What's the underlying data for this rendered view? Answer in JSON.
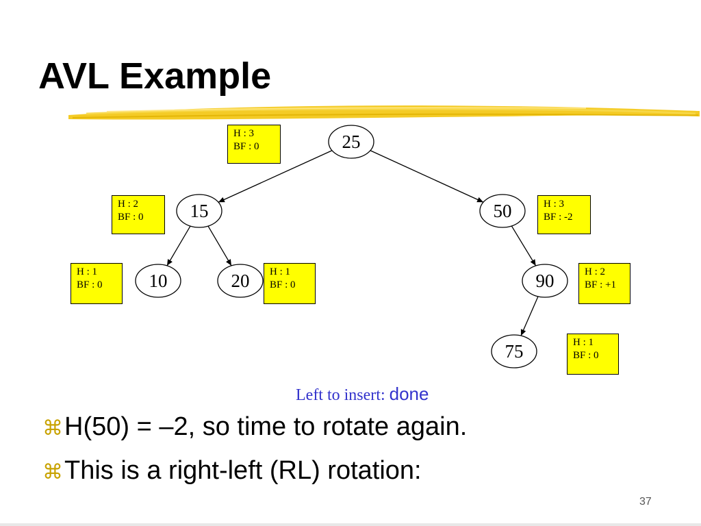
{
  "slide": {
    "title": "AVL Example",
    "page_number": "37"
  },
  "tree": {
    "nodes": [
      {
        "id": "n25",
        "label": "25"
      },
      {
        "id": "n15",
        "label": "15"
      },
      {
        "id": "n50",
        "label": "50"
      },
      {
        "id": "n10",
        "label": "10"
      },
      {
        "id": "n20",
        "label": "20"
      },
      {
        "id": "n90",
        "label": "90"
      },
      {
        "id": "n75",
        "label": "75"
      }
    ],
    "edges": [
      {
        "from": "n25",
        "to": "n15"
      },
      {
        "from": "n25",
        "to": "n50"
      },
      {
        "from": "n15",
        "to": "n10"
      },
      {
        "from": "n15",
        "to": "n20"
      },
      {
        "from": "n50",
        "to": "n90"
      },
      {
        "from": "n90",
        "to": "n75"
      }
    ],
    "info_boxes": [
      {
        "node": "n25",
        "height": "H : 3",
        "balance": "BF : 0"
      },
      {
        "node": "n15",
        "height": "H : 2",
        "balance": "BF : 0"
      },
      {
        "node": "n50",
        "height": "H : 3",
        "balance": "BF : -2"
      },
      {
        "node": "n10",
        "height": "H : 1",
        "balance": "BF : 0"
      },
      {
        "node": "n20",
        "height": "H : 1",
        "balance": "BF : 0"
      },
      {
        "node": "n90",
        "height": "H : 2",
        "balance": "BF : +1"
      },
      {
        "node": "n75",
        "height": "H : 1",
        "balance": "BF : 0"
      }
    ]
  },
  "insert_status": {
    "prefix": "Left to insert: ",
    "value": "done"
  },
  "bullets": [
    {
      "glyph": "⌘",
      "text": "H(50) = –2, so time to rotate again."
    },
    {
      "glyph": "⌘",
      "text": "This is a right-left (RL) rotation:"
    }
  ],
  "colors": {
    "info_box_fill": "#ffff00",
    "insert_text": "#3333cc",
    "brush_stroke": "#f2c200",
    "bullet_glyph": "#c8a200"
  }
}
